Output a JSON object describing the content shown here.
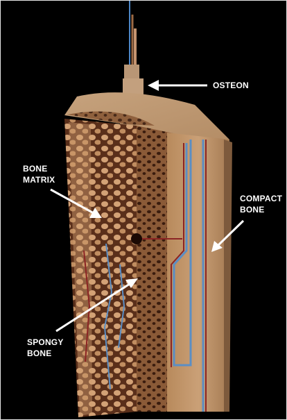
{
  "labels": {
    "osteon": "OSTEON",
    "bone_matrix": [
      "BONE",
      "MATRIX"
    ],
    "compact_bone": [
      "COMPACT",
      "BONE"
    ],
    "spongy_bone": [
      "SPONGY",
      "BONE"
    ]
  },
  "colors": {
    "background": "#000000",
    "bone": "#c9a27a",
    "spongy": "#a9784c",
    "vessel_blue": "#5b8ec4",
    "vessel_red": "#8b2424",
    "label_text": "#ffffff"
  }
}
